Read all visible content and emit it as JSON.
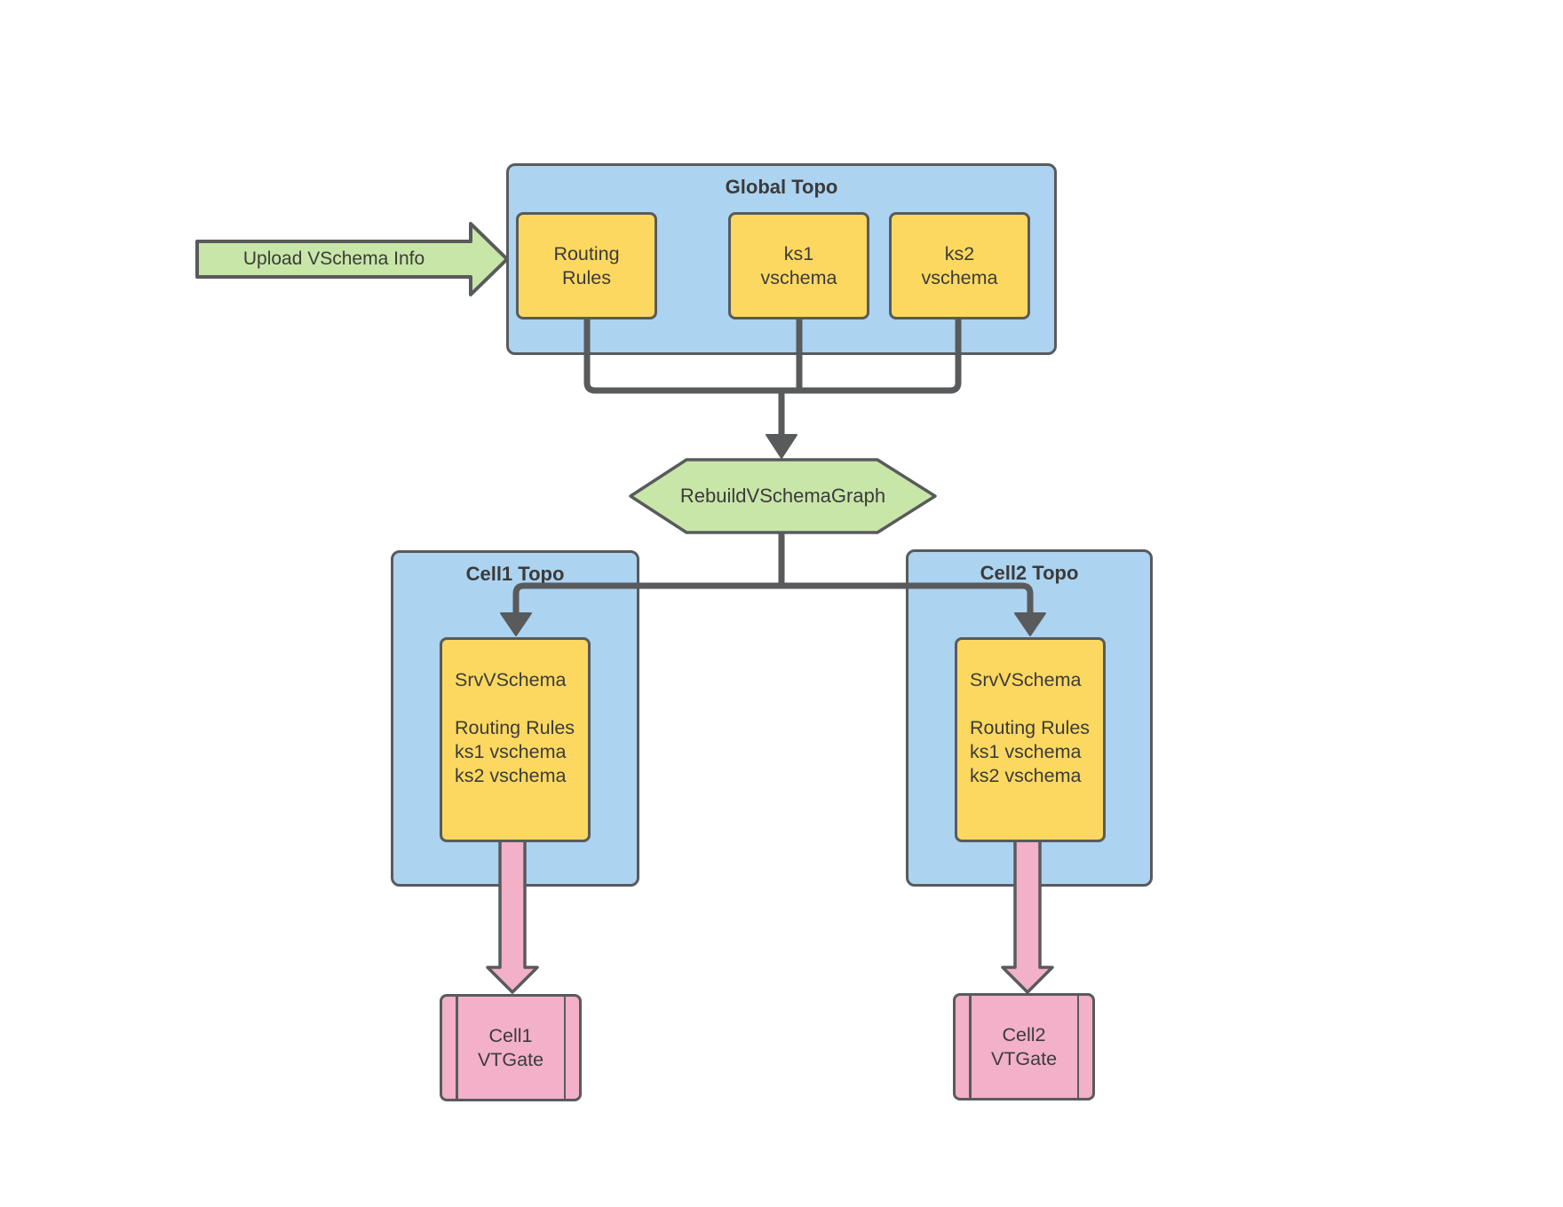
{
  "colors": {
    "background": "#FFFFFF",
    "container_fill": "#ACD3F0",
    "node_fill": "#FCD860",
    "green_fill": "#C8E6A8",
    "pink_fill": "#F2B0C9",
    "stroke": "#595A5C",
    "text": "#3B3B3B"
  },
  "upload_arrow": {
    "label": "Upload VSchema Info"
  },
  "global_topo": {
    "title": "Global Topo",
    "nodes": [
      {
        "line1": "Routing",
        "line2": "Rules"
      },
      {
        "line1": "ks1",
        "line2": "vschema"
      },
      {
        "line1": "ks2",
        "line2": "vschema"
      }
    ]
  },
  "rebuild": {
    "label": "RebuildVSchemaGraph"
  },
  "cells": [
    {
      "title": "Cell1 Topo",
      "srv_lines": [
        "SrvVSchema",
        "",
        "Routing Rules",
        "ks1 vschema",
        "ks2 vschema"
      ],
      "vtgate": {
        "line1": "Cell1",
        "line2": "VTGate"
      }
    },
    {
      "title": "Cell2 Topo",
      "srv_lines": [
        "SrvVSchema",
        "",
        "Routing Rules",
        "ks1 vschema",
        "ks2 vschema"
      ],
      "vtgate": {
        "line1": "Cell2",
        "line2": "VTGate"
      }
    }
  ]
}
